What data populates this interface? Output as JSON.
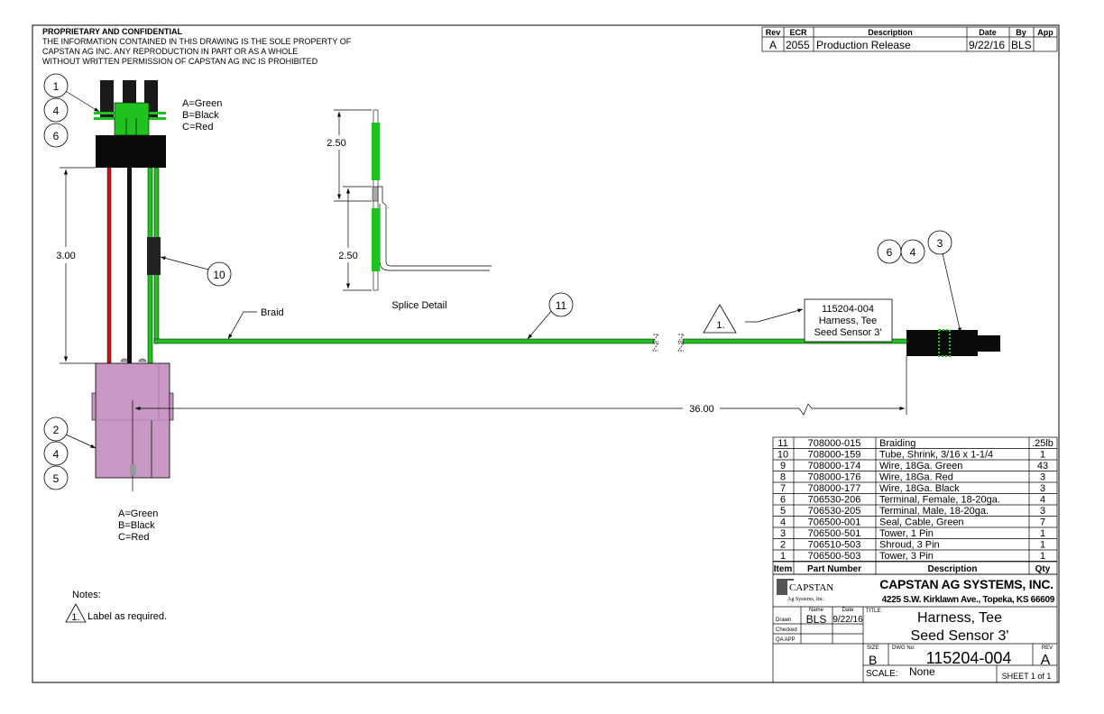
{
  "header": {
    "title": "PROPRIETARY AND CONFIDENTIAL",
    "lines": [
      "THE INFORMATION CONTAINED IN THIS DRAWING IS THE SOLE PROPERTY OF",
      "CAPSTAN AG INC. ANY REPRODUCTION IN PART OR AS A WHOLE",
      "WITHOUT WRITTEN PERMISSION OF CAPSTAN AG INC IS PROHIBITED"
    ]
  },
  "revision_block": {
    "headers": [
      "Rev",
      "ECR",
      "Description",
      "Date",
      "By",
      "App"
    ],
    "rows": [
      {
        "rev": "A",
        "ecr": "2055",
        "description": "Production Release",
        "date": "9/22/16",
        "by": "BLS",
        "app": ""
      }
    ]
  },
  "drawing": {
    "pin_legend_top": [
      "A=Green",
      "B=Black",
      "C=Red"
    ],
    "pin_legend_bottom": [
      "A=Green",
      "B=Black",
      "C=Red"
    ],
    "dimensions": {
      "connector_length": "3.00",
      "splice_upper": "2.50",
      "splice_lower": "2.50",
      "overall_length": "36.00"
    },
    "braid_label": "Braid",
    "splice_title": "Splice Detail",
    "balloons": {
      "top_connector": [
        "1",
        "4",
        "6"
      ],
      "shrink_tube": "10",
      "bottom_connector": [
        "2",
        "4",
        "5"
      ],
      "braid": "11",
      "end_connector": [
        "6",
        "4",
        "3"
      ]
    },
    "note_flag": "1.",
    "label_box": [
      "115204-004",
      "Harness, Tee",
      "Seed Sensor 3'"
    ],
    "colors": {
      "green": "#1fc21f",
      "red": "#d01010",
      "black": "#111111",
      "pink": "#c897c4"
    }
  },
  "notes": {
    "title": "Notes:",
    "items": [
      {
        "flag": "1.",
        "text": "Label as required."
      }
    ]
  },
  "bom": {
    "headers": [
      "Item",
      "Part Number",
      "Description",
      "Qty"
    ],
    "rows": [
      {
        "item": "11",
        "part": "708000-015",
        "desc": "Braiding",
        "qty": ".25lb"
      },
      {
        "item": "10",
        "part": "708000-159",
        "desc": "Tube, Shrink, 3/16 x 1-1/4",
        "qty": "1"
      },
      {
        "item": "9",
        "part": "708000-174",
        "desc": "Wire, 18Ga. Green",
        "qty": "43"
      },
      {
        "item": "8",
        "part": "708000-176",
        "desc": "Wire, 18Ga. Red",
        "qty": "3"
      },
      {
        "item": "7",
        "part": "708000-177",
        "desc": "Wire, 18Ga. Black",
        "qty": "3"
      },
      {
        "item": "6",
        "part": "706530-206",
        "desc": "Terminal, Female, 18-20ga.",
        "qty": "4"
      },
      {
        "item": "5",
        "part": "706530-205",
        "desc": "Terminal, Male, 18-20ga.",
        "qty": "3"
      },
      {
        "item": "4",
        "part": "706500-001",
        "desc": "Seal, Cable, Green",
        "qty": "7"
      },
      {
        "item": "3",
        "part": "706500-501",
        "desc": "Tower, 1 Pin",
        "qty": "1"
      },
      {
        "item": "2",
        "part": "706510-503",
        "desc": "Shroud, 3 Pin",
        "qty": "1"
      },
      {
        "item": "1",
        "part": "706500-503",
        "desc": "Tower, 3 Pin",
        "qty": "1"
      }
    ]
  },
  "title_block": {
    "logo_text": "CAPSTAN",
    "logo_sub": "Ag Systems, Inc.",
    "company": "CAPSTAN AG SYSTEMS, INC.",
    "address": "4225 S.W. Kirklawn Ave., Topeka, KS 66609",
    "name_header": "Name",
    "date_header": "Date",
    "drawn_label": "Drawn",
    "drawn_name": "BLS",
    "drawn_date": "9/22/16",
    "checked_label": "Checked",
    "qa_label": "QA APP",
    "title_label": "TITLE:",
    "title_line1": "Harness, Tee",
    "title_line2": "Seed Sensor 3'",
    "size_label": "SIZE",
    "size": "B",
    "dwg_label": "DWG No:",
    "dwg_no": "115204-004",
    "rev_label": "REV",
    "rev": "A",
    "scale_label": "SCALE:",
    "scale": "None",
    "sheet": "SHEET 1 of 1"
  }
}
